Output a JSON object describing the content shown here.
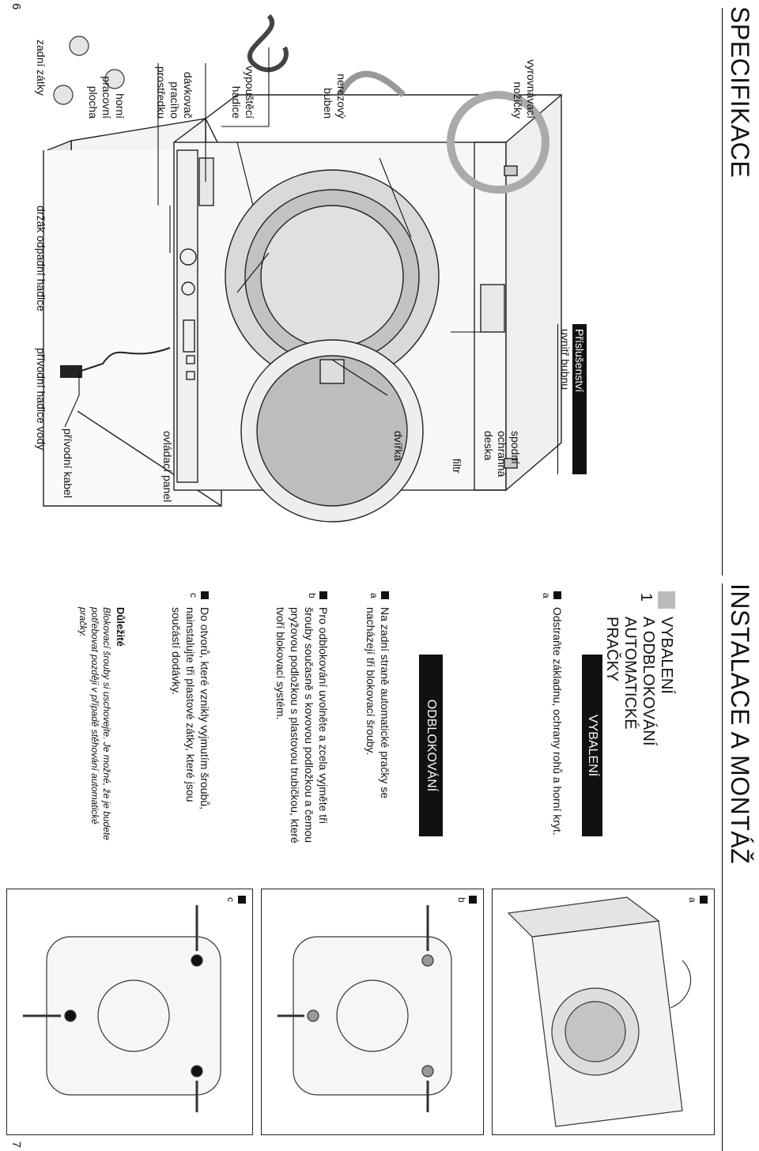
{
  "left_page": {
    "title": "SPECIFIKACE",
    "page_number": "6",
    "labels": {
      "power_cable": "přívodní kabel",
      "top_work_surface": "horní\npracovní\nplocha",
      "control_panel": "ovládací panel",
      "detergent_dispenser": "dávkovač\npracího\nprostředku",
      "drain_hose": "vypouštěcí\nhadice",
      "door": "dvířka",
      "stainless_drum": "nerezový\nbuben",
      "filter": "filtr",
      "leveling_feet": "vyrovnávací\nnožičky",
      "bottom_protective_plate": "spodní\nochranná\ndeska"
    },
    "accessories": {
      "heading": "Příslušenství",
      "subheading": "uvnitř bubnu",
      "items": {
        "back_plugs": "zadní zátky",
        "drain_hose_holder": "držák odpadní hadice",
        "water_inlet_hose": "přívodní hadice vody"
      }
    }
  },
  "right_page": {
    "title": "INSTALACE A MONTÁŽ",
    "page_number": "7",
    "step_number": "1",
    "step_title": "VYBALENÍ\nA ODBLOKOVÁNÍ\nAUTOMATICKÉ\nPRAČKY",
    "sections": [
      {
        "heading": "VYBALENÍ",
        "items": [
          {
            "letter": "a",
            "text": "Odstraňte základnu, ochrany rohů a horní kryt."
          }
        ]
      },
      {
        "heading": "ODBLOKOVÁNÍ",
        "items": [
          {
            "letter": "a",
            "text": "Na zadní straně automatické pračky se nacházejí tři blokovací šrouby."
          },
          {
            "letter": "b",
            "text": "Pro odblokování uvolněte a zcela vyjměte tři šrouby současně s kovovou podložkou a čemou pryžovou podložkou s plastovou trubičkou, které tvoří blokovací systém."
          },
          {
            "letter": "c",
            "text": "Do otvorů, které vznikly vyjmutím šroubů, nainstalujte tři plastové zátky, které jsou součástí dodávky."
          }
        ]
      }
    ],
    "note": {
      "title": "Důležité",
      "text": "Blokovací šrouby si uschovejte. Je možné, že je budete potřebovat později v případě stěhování automatické pračky."
    },
    "figures": [
      {
        "letter": "a"
      },
      {
        "letter": "b"
      },
      {
        "letter": "c"
      }
    ]
  },
  "colors": {
    "ink": "#111111",
    "paper": "#ffffff"
  }
}
